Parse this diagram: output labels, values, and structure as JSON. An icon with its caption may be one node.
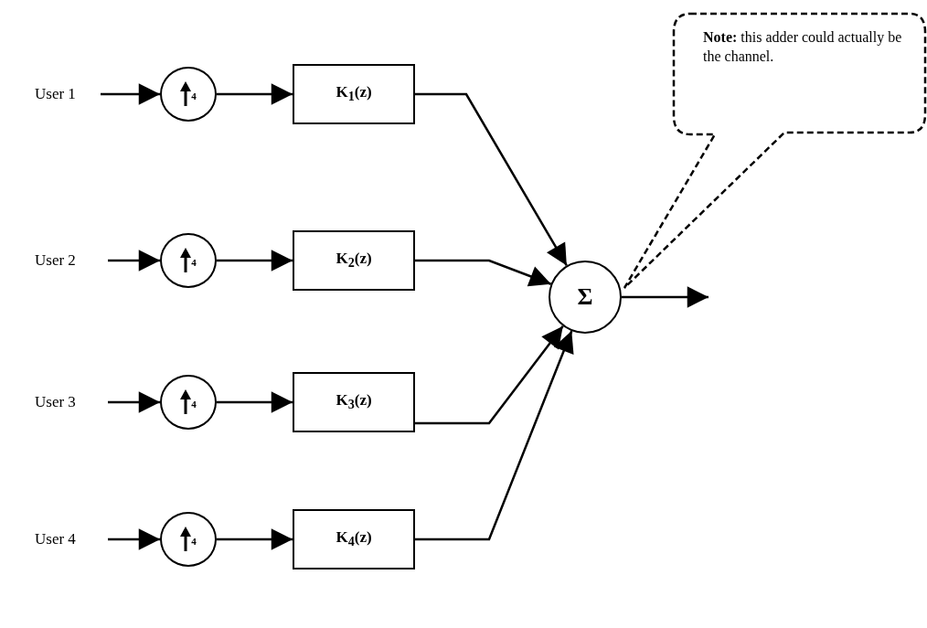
{
  "diagram": {
    "nodes": [
      {
        "text": [
          "User 1"
        ]
      },
      {
        "text": [
          "4"
        ]
      },
      {
        "text": [
          "K$_{1}$(z)"
        ]
      },
      {
        "text": [
          "User 2"
        ]
      },
      {
        "text": [
          "4"
        ]
      },
      {
        "text": [
          "K$_{2}$(z)"
        ]
      },
      {
        "text": [
          "User 3"
        ]
      },
      {
        "text": [
          "4"
        ]
      },
      {
        "text": [
          "K$_{3}$(z)"
        ]
      },
      {
        "text": [
          "User 4"
        ]
      },
      {
        "text": [
          "4"
        ]
      },
      {
        "text": [
          "K$_{4}$(z)"
        ]
      },
      {
        "text": [
          "Σ"
        ]
      },
      {
        "text": [
          "**Note:** this adder could actually be the channel."
        ]
      }
    ],
    "edges": [
      {
        "from": 0,
        "to": 1,
        "arrow": "to"
      },
      {
        "from": 1,
        "to": 2,
        "arrow": "to"
      },
      {
        "from": 2,
        "to": 12,
        "arrow": "to"
      },
      {
        "from": 3,
        "to": 4,
        "arrow": "to"
      },
      {
        "from": 4,
        "to": 5,
        "arrow": "to"
      },
      {
        "from": 5,
        "to": 12,
        "arrow": "to"
      },
      {
        "from": 6,
        "to": 7,
        "arrow": "to"
      },
      {
        "from": 7,
        "to": 8,
        "arrow": "to"
      },
      {
        "from": 8,
        "to": 12,
        "arrow": "to"
      },
      {
        "from": 9,
        "to": 10,
        "arrow": "to"
      },
      {
        "from": 10,
        "to": 11,
        "arrow": "to"
      },
      {
        "from": 11,
        "to": 12,
        "arrow": "to"
      },
      {
        "from": 12,
        "to": null,
        "arrow": "to"
      }
    ]
  }
}
